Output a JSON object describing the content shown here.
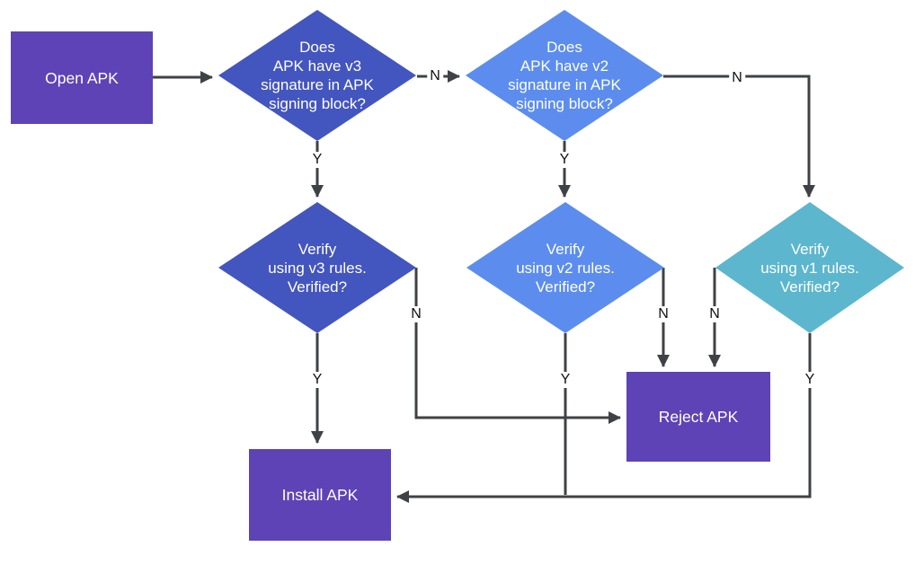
{
  "colors": {
    "purple": "#5e43b6",
    "indigo": "#4355be",
    "blue": "#5c8dee",
    "teal": "#5cb6ce",
    "arrow": "#3f4245",
    "label_text": "#111111",
    "node_text": "#ffffff",
    "background": "#ffffff"
  },
  "nodes": {
    "open_apk": {
      "label": "Open APK",
      "type": "process"
    },
    "q_v3": {
      "label": "Does\nAPK have v3\nsignature in APK\nsigning block?",
      "type": "decision"
    },
    "q_v2": {
      "label": "Does\nAPK have v2\nsignature in APK\nsigning block?",
      "type": "decision"
    },
    "verify_v3": {
      "label": "Verify\nusing v3 rules.\nVerified?",
      "type": "decision"
    },
    "verify_v2": {
      "label": "Verify\nusing v2 rules.\nVerified?",
      "type": "decision"
    },
    "verify_v1": {
      "label": "Verify\nusing v1 rules.\nVerified?",
      "type": "decision"
    },
    "reject_apk": {
      "label": "Reject APK",
      "type": "process"
    },
    "install_apk": {
      "label": "Install APK",
      "type": "process"
    }
  },
  "edge_labels": {
    "qv3_no": "N",
    "qv2_no": "N",
    "qv3_yes": "Y",
    "qv2_yes": "Y",
    "verifyv3_no": "N",
    "verifyv3_yes": "Y",
    "verifyv2_yes": "Y",
    "verifyv2_no": "N",
    "verifyv1_no": "N",
    "verifyv1_yes": "Y"
  }
}
